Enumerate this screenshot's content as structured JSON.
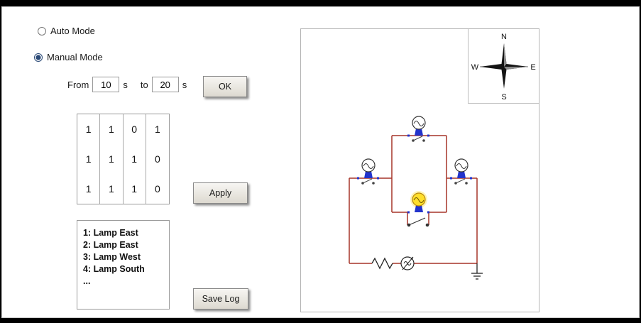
{
  "modes": {
    "auto_label": "Auto Mode",
    "manual_label": "Manual Mode",
    "manual_checked": "checked"
  },
  "time_range": {
    "from_label": "From",
    "from_value": "10",
    "from_unit": "s",
    "to_label": "to",
    "to_value": "20",
    "to_unit": "s"
  },
  "buttons": {
    "ok": "OK",
    "apply": "Apply",
    "save_log": "Save Log"
  },
  "matrix": {
    "rows": [
      [
        "1",
        "1",
        "0",
        "1"
      ],
      [
        "1",
        "1",
        "1",
        "0"
      ],
      [
        "1",
        "1",
        "1",
        "0"
      ]
    ]
  },
  "log": {
    "lines": [
      "1: Lamp East",
      "2: Lamp East",
      "3: Lamp West",
      "4: Lamp South",
      "..."
    ]
  },
  "compass": {
    "north": "N",
    "west": "W",
    "east": "E",
    "south": "S"
  },
  "colors": {
    "wire": "#a63428",
    "lamp_on": "#ffdf2b",
    "terminal": "#2233cc"
  }
}
